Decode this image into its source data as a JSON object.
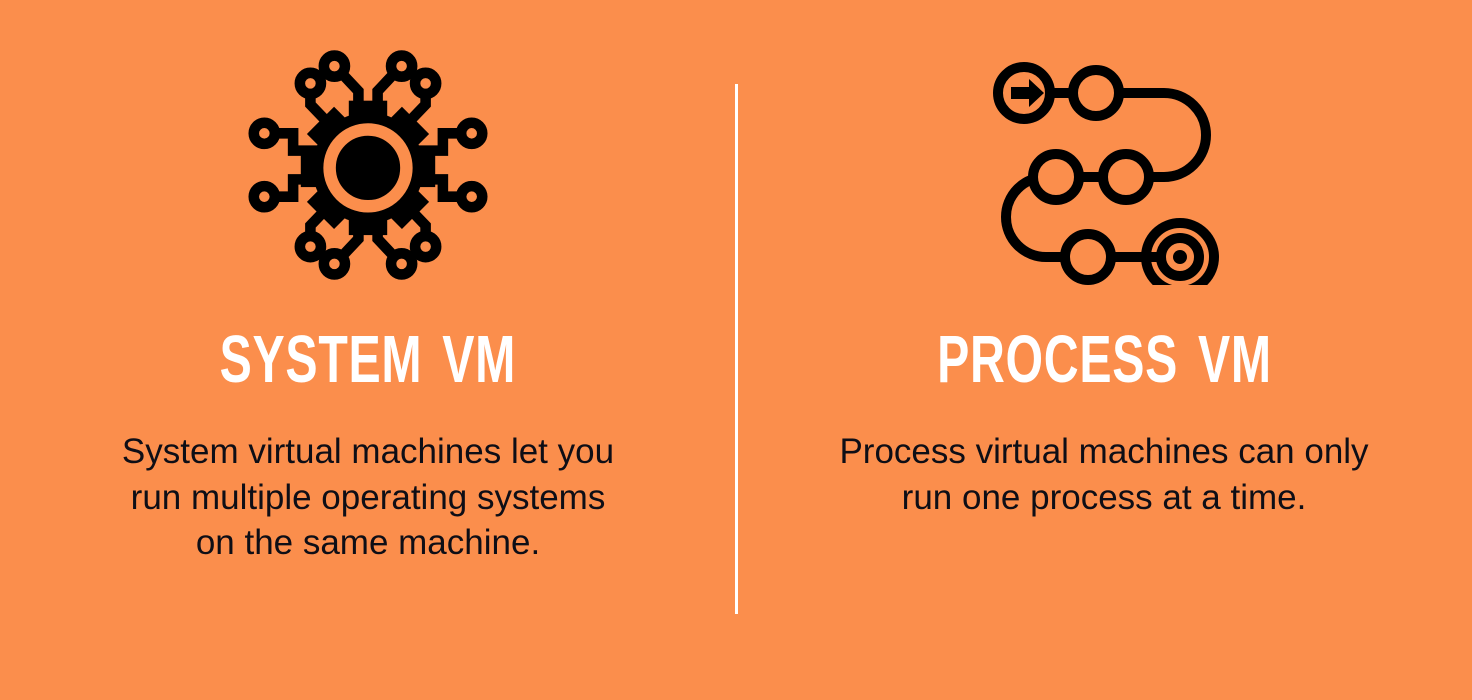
{
  "background_color": "#fb8e4c",
  "divider_color": "#ffffff",
  "title_color": "#ffffff",
  "body_text_color": "#0e0e16",
  "icon_color": "#000000",
  "panels": [
    {
      "icon_name": "cpu-gear-circuit-icon",
      "title": "System VM",
      "description": "System virtual machines let you run multiple operating systems on the same machine."
    },
    {
      "icon_name": "process-flow-target-icon",
      "title": "Process VM",
      "description": "Process virtual machines can only run one process at a time."
    }
  ]
}
